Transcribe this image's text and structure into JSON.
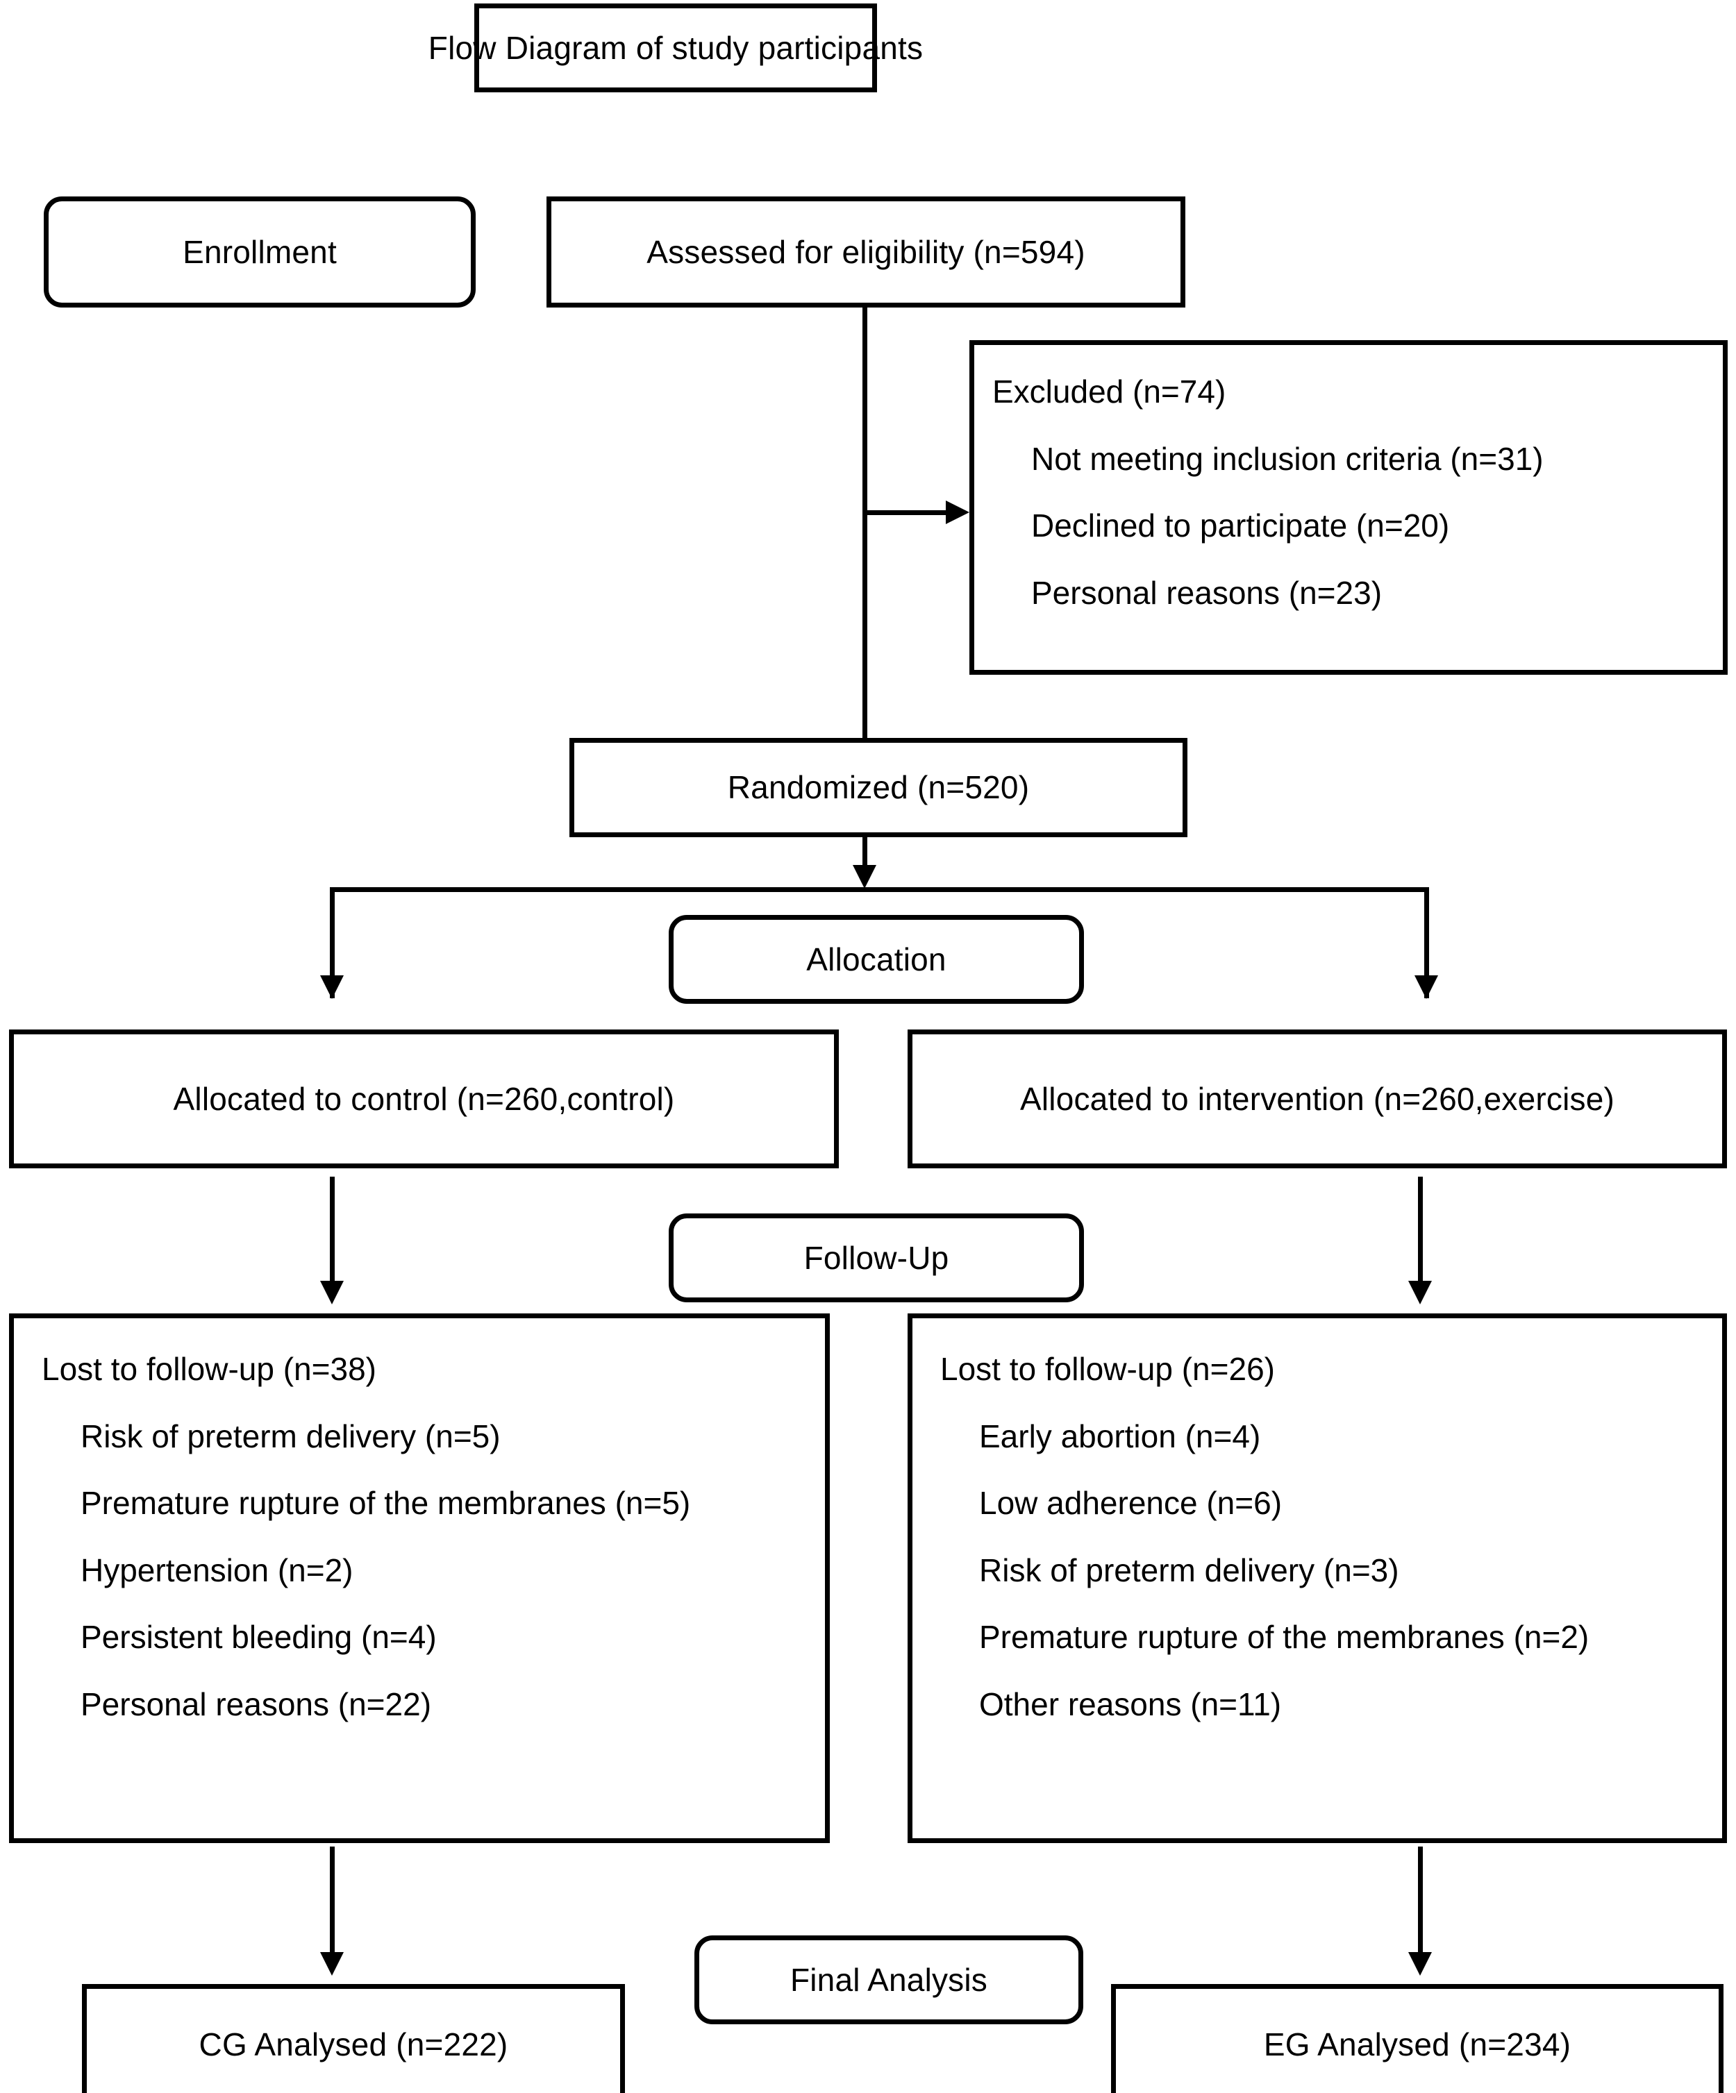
{
  "diagram": {
    "title_box": {
      "label": "Flow Diagram of study participants"
    },
    "stage_labels": {
      "enrollment": "Enrollment",
      "allocation": "Allocation",
      "follow_up": "Follow-Up",
      "final_analysis": "Final Analysis"
    },
    "enrollment": {
      "assessed": "Assessed for eligibility (n=594)",
      "excluded_head": "Excluded (n=74)",
      "excluded_items": [
        "Not meeting inclusion criteria (n=31)",
        "Declined to participate (n=20)",
        "Personal reasons (n=23)"
      ]
    },
    "randomized": {
      "label": "Randomized (n=520)"
    },
    "allocation": {
      "control": "Allocated to control (n=260,control)",
      "intervention": "Allocated to intervention (n=260,exercise)"
    },
    "follow_up": {
      "control": {
        "head": "Lost to follow-up (n=38)",
        "items": [
          "Risk of preterm delivery (n=5)",
          "Premature rupture of the membranes (n=5)",
          "Hypertension (n=2)",
          "Persistent bleeding (n=4)",
          "Personal reasons (n=22)"
        ]
      },
      "intervention": {
        "head": "Lost to follow-up (n=26)",
        "items": [
          "Early abortion (n=4)",
          "Low adherence (n=6)",
          "Risk of preterm delivery (n=3)",
          "Premature rupture of the membranes (n=2)",
          "Other reasons (n=11)"
        ]
      }
    },
    "analysis": {
      "control": "CG Analysed (n=222)",
      "intervention": "EG Analysed (n=234)"
    },
    "colors": {
      "stroke": "#000000",
      "fill": "#ffffff",
      "text": "#000000"
    }
  }
}
